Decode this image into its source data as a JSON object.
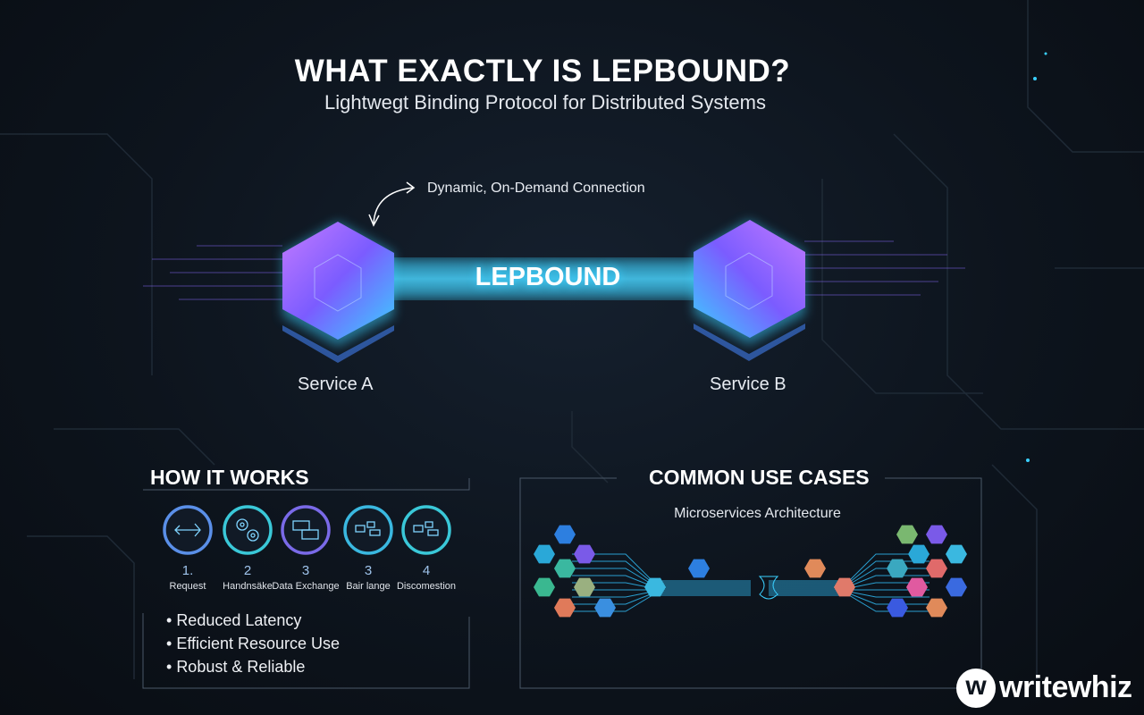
{
  "header": {
    "title": "WHAT EXACTLY IS LEPBOUND?",
    "subtitle": "Lightwegt Binding Protocol for Distributed Systems"
  },
  "diagram": {
    "annotation": "Dynamic, On-Demand Connection",
    "beam_label": "LEPBOUND",
    "service_a": "Service A",
    "service_b": "Service B"
  },
  "how_it_works": {
    "title": "HOW IT WORKS",
    "steps": [
      {
        "num": "1.",
        "label": "Request",
        "icon": "bidirectional-arrow-icon"
      },
      {
        "num": "2",
        "label": "Handnsäke",
        "icon": "gears-icon"
      },
      {
        "num": "3",
        "label": "Data Exchange",
        "icon": "data-blocks-icon"
      },
      {
        "num": "3",
        "label": "Bair lange",
        "icon": "modules-icon"
      },
      {
        "num": "4",
        "label": "Discomestion",
        "icon": "modules-icon"
      }
    ],
    "benefits": [
      "Reduced Latency",
      "Efficient Resource Use",
      "Robust & Reliable"
    ]
  },
  "use_cases": {
    "title": "COMMON USE CASES",
    "subtitle": "Microservices Architecture"
  },
  "logo": {
    "text": "writewhiz",
    "mark": "w"
  },
  "colors": {
    "accent": "#3ad0ff",
    "purple": "#a45cff",
    "bg": "#0d141d"
  }
}
